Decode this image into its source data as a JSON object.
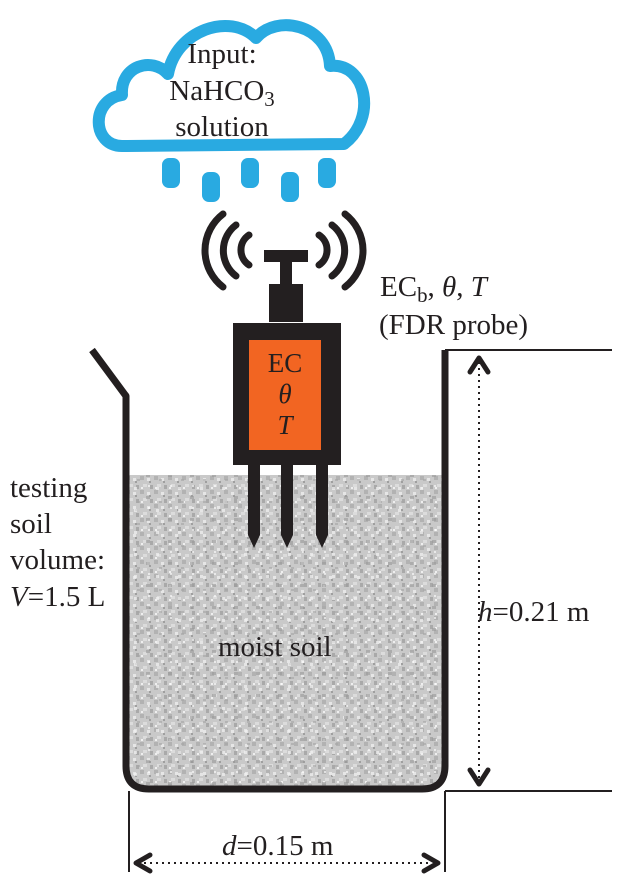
{
  "cloud": {
    "line1": "Input:",
    "line2_base": "NaHCO",
    "line2_sub": "3",
    "line3": "solution"
  },
  "probe": {
    "body_lines": [
      "EC",
      "θ",
      "T"
    ],
    "measure_ec": "EC",
    "measure_ec_sub": "b",
    "measure_rest_sep": ", ",
    "measure_theta": "θ",
    "measure_sep2": ", ",
    "measure_t": "T",
    "device_label": "(FDR probe)"
  },
  "volume": {
    "line1": "testing",
    "line2": "soil",
    "line3": "volume:",
    "var": "V",
    "value": "=1.5 L"
  },
  "soil_label": "moist soil",
  "height": {
    "var": "h",
    "value": "=0.21 m"
  },
  "diameter": {
    "var": "d",
    "value": "=0.15 m"
  },
  "colors": {
    "cloud": "#29aae1",
    "probe_body": "#f26522",
    "outline": "#231f20",
    "soil": "#c7c7c7"
  }
}
